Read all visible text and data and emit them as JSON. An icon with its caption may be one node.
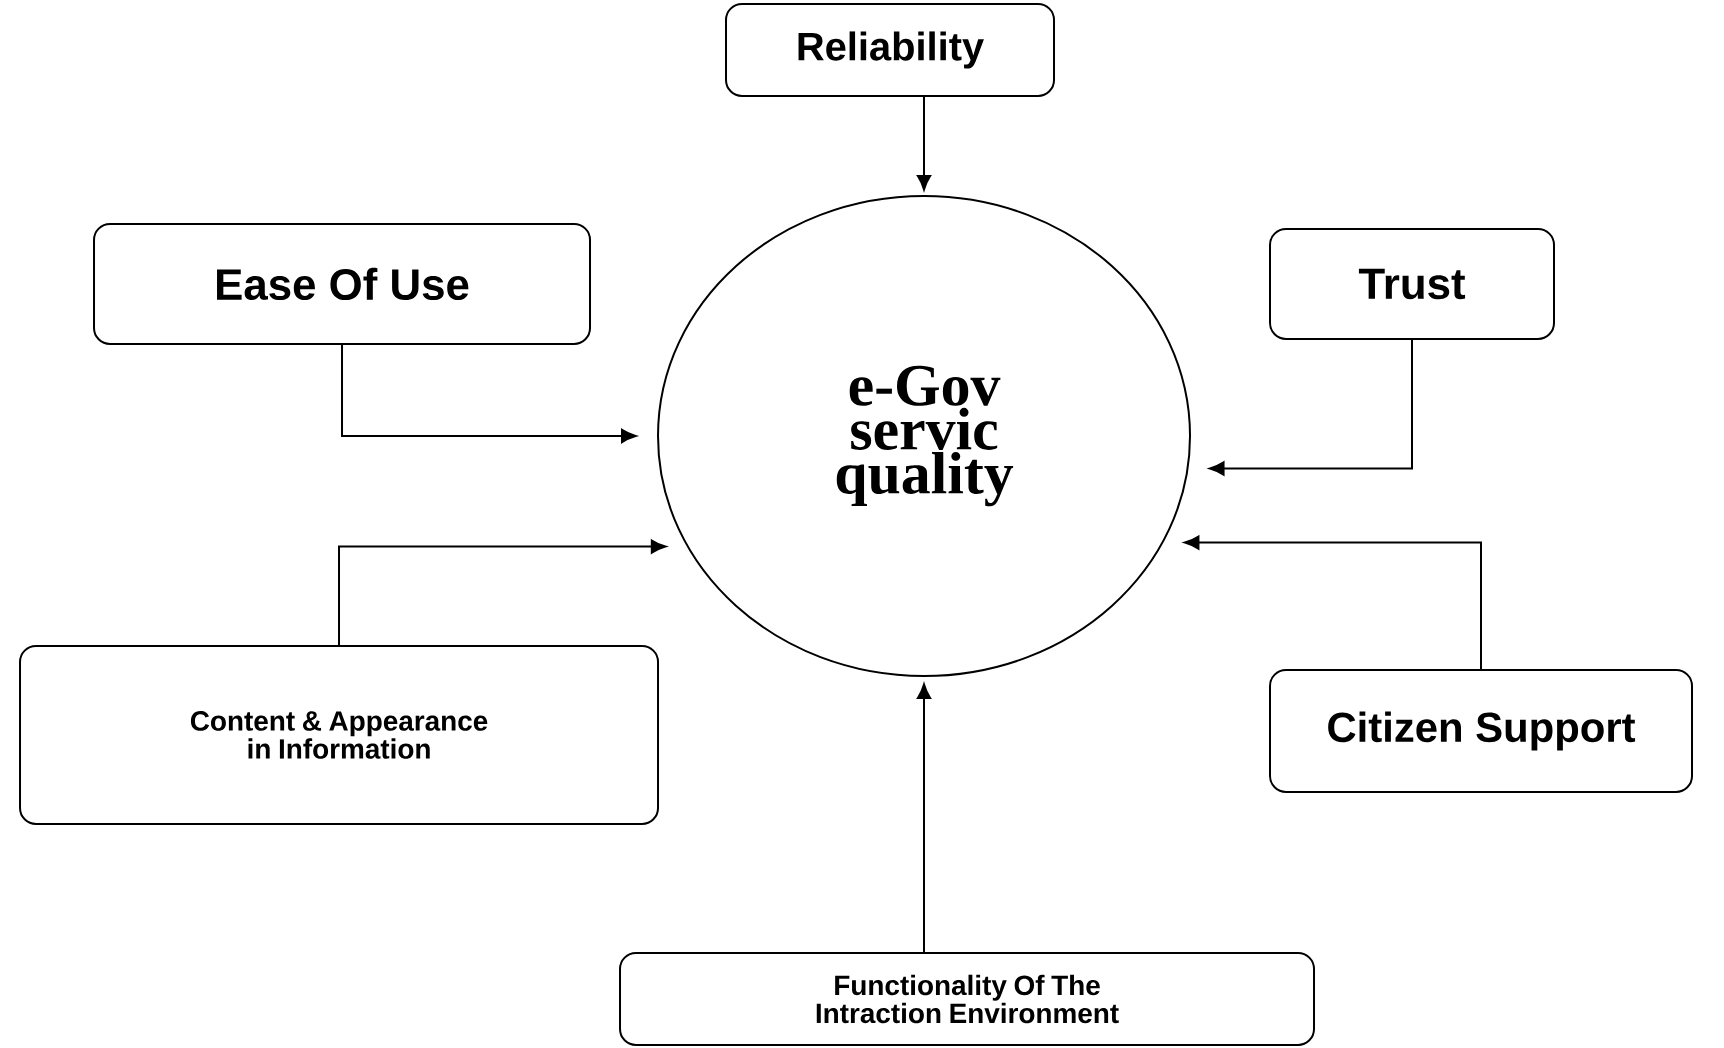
{
  "diagram": {
    "nodes": [
      {
        "text": [
          "Reliability"
        ]
      },
      {
        "text": [
          "Ease Of Use"
        ]
      },
      {
        "text": [
          "Trust"
        ]
      },
      {
        "text": [
          "e-Gov servic quality"
        ]
      },
      {
        "text": [
          "Content & Appearance in Information"
        ]
      },
      {
        "text": [
          "Citizen Support"
        ]
      },
      {
        "text": [
          "Functionality Of The Intraction Environment"
        ]
      }
    ],
    "edges": [
      {
        "from": 0,
        "to": 3,
        "arrow": "to"
      },
      {
        "from": 1,
        "to": 3,
        "arrow": "to"
      },
      {
        "from": 2,
        "to": 3,
        "arrow": "to"
      },
      {
        "from": 4,
        "to": 3,
        "arrow": "to"
      },
      {
        "from": 5,
        "to": 3,
        "arrow": "to"
      },
      {
        "from": 6,
        "to": 3,
        "arrow": "to"
      }
    ]
  }
}
